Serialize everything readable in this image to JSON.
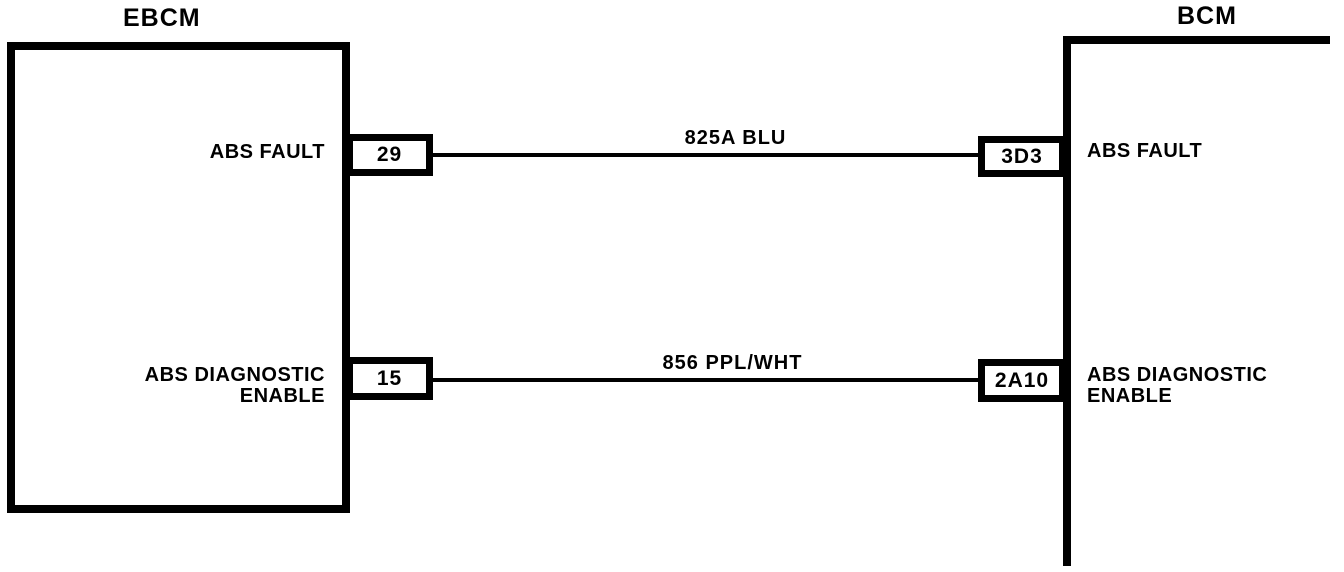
{
  "diagram": {
    "colors": {
      "background": "#ffffff",
      "ink": "#000000"
    },
    "modules": {
      "ebcm": {
        "title": "EBCM"
      },
      "bcm": {
        "title": "BCM"
      }
    },
    "connections": [
      {
        "ebcm_label_lines": [
          "ABS FAULT"
        ],
        "ebcm_pin": "29",
        "wire_label": "825A BLU",
        "bcm_pin": "3D3",
        "bcm_label_lines": [
          "ABS FAULT"
        ]
      },
      {
        "ebcm_label_lines": [
          "ABS DIAGNOSTIC",
          "ENABLE"
        ],
        "ebcm_pin": "15",
        "wire_label": "856 PPL/WHT",
        "bcm_pin": "2A10",
        "bcm_label_lines": [
          "ABS DIAGNOSTIC",
          "ENABLE"
        ]
      }
    ]
  }
}
